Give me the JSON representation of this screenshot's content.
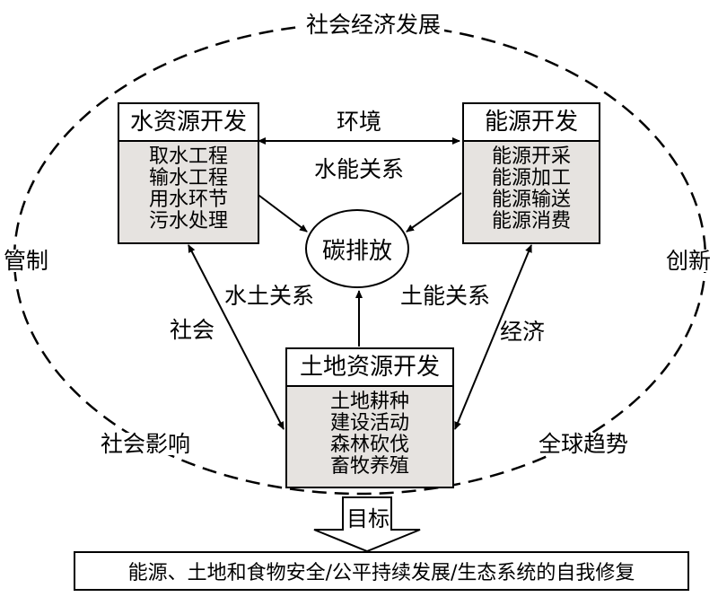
{
  "outer": {
    "top_label": "社会经济发展",
    "left_label": "管制",
    "right_label": "创新",
    "bottom_left_label": "社会影响",
    "bottom_right_label": "全球趋势"
  },
  "water": {
    "title": "水资源开发",
    "items": [
      "取水工程",
      "输水工程",
      "用水环节",
      "污水处理"
    ]
  },
  "energy": {
    "title": "能源开发",
    "items": [
      "能源开采",
      "能源加工",
      "能源输送",
      "能源消费"
    ]
  },
  "land": {
    "title": "土地资源开发",
    "items": [
      "土地耕种",
      "建设活动",
      "森林砍伐",
      "畜牧养殖"
    ]
  },
  "center": {
    "label": "碳排放"
  },
  "relations": {
    "env": "环境",
    "water_energy": "水能关系",
    "water_land": "水土关系",
    "society": "社会",
    "land_energy": "土能关系",
    "economy": "经济"
  },
  "goal": {
    "arrow_label": "目标",
    "text": "能源、土地和食物安全/公平持续发展/生态系统的自我修复"
  }
}
